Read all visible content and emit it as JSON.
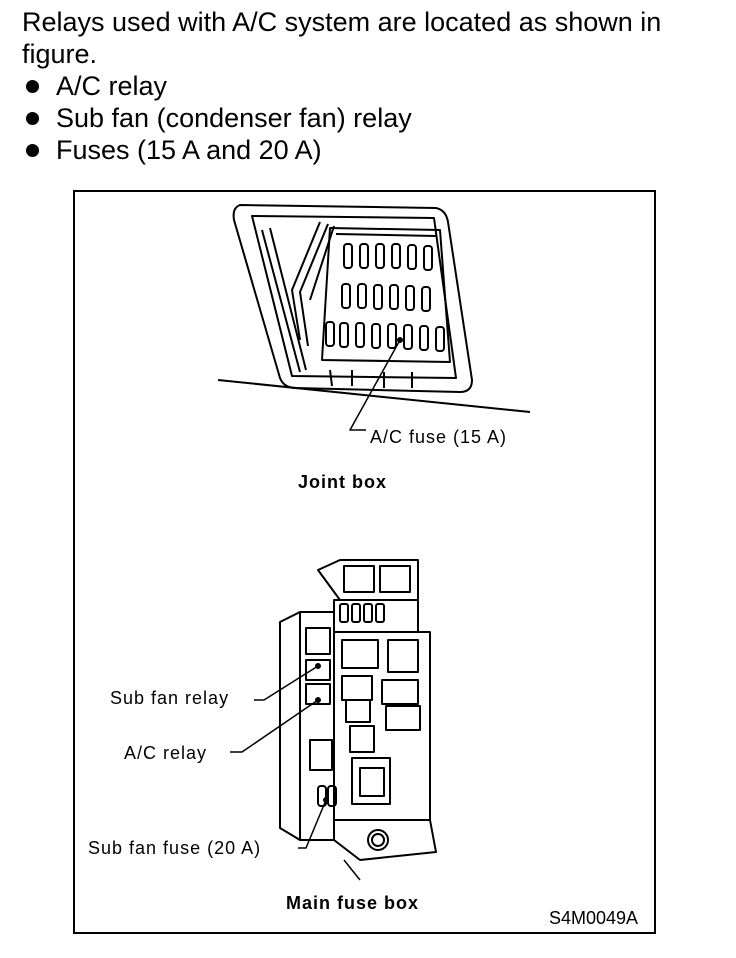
{
  "intro": {
    "lead": "Relays used with A/C system are located as shown in figure.",
    "items": [
      "A/C relay",
      "Sub fan (condenser fan) relay",
      "Fuses (15 A and 20 A)"
    ]
  },
  "figure": {
    "labels": {
      "ac_fuse": "A/C fuse (15 A)",
      "joint_box": "Joint box",
      "sub_fan_relay": "Sub fan relay",
      "ac_relay": "A/C relay",
      "sub_fan_fuse": "Sub fan fuse (20 A)",
      "main_fuse_box": "Main fuse box",
      "figure_code": "S4M0049A"
    }
  }
}
